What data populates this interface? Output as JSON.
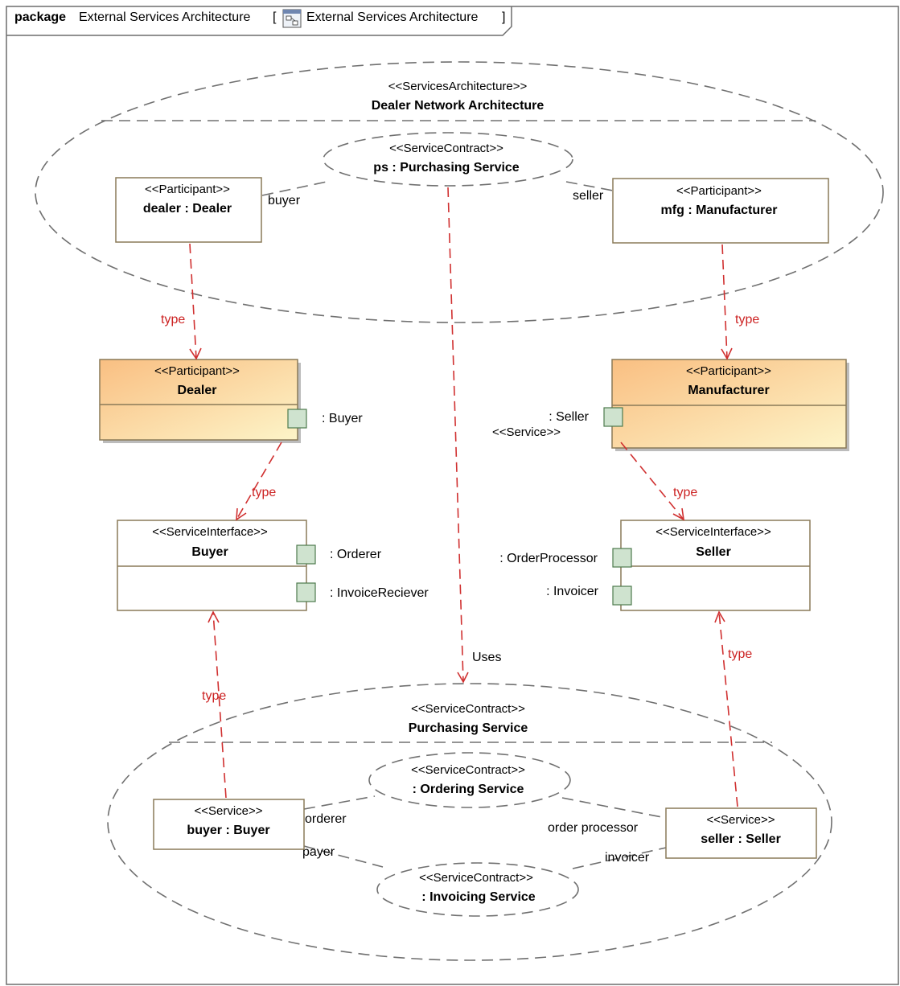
{
  "package": {
    "keyword": "package",
    "name": "External Services Architecture",
    "open_bracket": "[",
    "diagram_name": "External Services Architecture",
    "close_bracket": "]",
    "diagram_icon": "diagram-icon"
  },
  "architecture": {
    "stereotype": "<<ServicesArchitecture>>",
    "name": "Dealer Network Architecture",
    "contract": {
      "stereotype": "<<ServiceContract>>",
      "name": "ps : Purchasing Service"
    },
    "dealer_part": {
      "stereotype": "<<Participant>>",
      "name": "dealer : Dealer"
    },
    "mfg_part": {
      "stereotype": "<<Participant>>",
      "name": "mfg : Manufacturer"
    },
    "role_buyer": "buyer",
    "role_seller": "seller"
  },
  "participants": {
    "dealer": {
      "stereotype": "<<Participant>>",
      "name": "Dealer",
      "port_label": ": Buyer"
    },
    "manufacturer": {
      "stereotype": "<<Participant>>",
      "name": "Manufacturer",
      "port_label": ": Seller",
      "port_stereotype": "<<Service>>"
    }
  },
  "interfaces": {
    "buyer": {
      "stereotype": "<<ServiceInterface>>",
      "name": "Buyer",
      "ports": [
        ": Orderer",
        ": InvoiceReciever"
      ]
    },
    "seller": {
      "stereotype": "<<ServiceInterface>>",
      "name": "Seller",
      "ports": [
        ": OrderProcessor",
        ": Invoicer"
      ]
    }
  },
  "contract": {
    "stereotype": "<<ServiceContract>>",
    "name": "Purchasing Service",
    "ordering": {
      "stereotype": "<<ServiceContract>>",
      "name": ": Ordering Service"
    },
    "invoicing": {
      "stereotype": "<<ServiceContract>>",
      "name": ": Invoicing Service"
    },
    "buyer_service": {
      "stereotype": "<<Service>>",
      "name": "buyer : Buyer"
    },
    "seller_service": {
      "stereotype": "<<Service>>",
      "name": "seller : Seller"
    },
    "roles": {
      "orderer": "orderer",
      "payer": "payer",
      "order_processor": "order processor",
      "invoicer": "invoicer"
    }
  },
  "relations": {
    "type": "type",
    "uses": "Uses"
  },
  "colors": {
    "dependency": "#d03030",
    "participant_fill_start": "#fbc98c",
    "participant_fill_end": "#fdf3c8",
    "port_fill": "#cfe3cf"
  }
}
